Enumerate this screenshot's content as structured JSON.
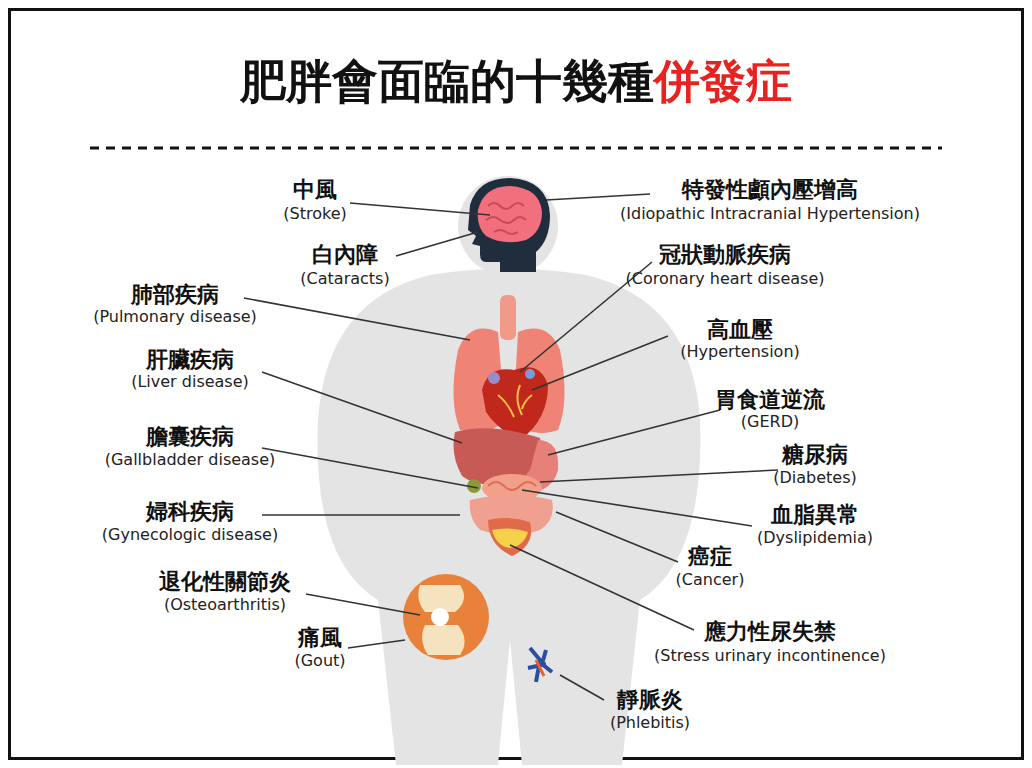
{
  "diagram": {
    "title": "肥胖會面臨的十幾種併發症",
    "labels": [
      "中風",
      "(Stroke)",
      "白內障",
      "(Cataracts)",
      "肺部疾病",
      "(Pulmonary disease)",
      "肝臟疾病",
      "(Liver disease)",
      "膽囊疾病",
      "(Gallbladder disease)",
      "婦科疾病",
      "(Gynecologic disease)",
      "退化性關節炎",
      "(Osteoarthritis)",
      "痛風",
      "(Gout)",
      "特發性顱內壓增高",
      "(Idiopathic Intracranial Hypertension)",
      "冠狀動脈疾病",
      "(Coronary heart disease)",
      "高血壓",
      "(Hypertension)",
      "胃食道逆流",
      "(GERD)",
      "糖尿病",
      "(Diabetes)",
      "血脂異常",
      "(Dyslipidemia)",
      "癌症",
      "(Cancer)",
      "應力性尿失禁",
      "(Stress urinary incontinence)",
      "靜脈炎",
      "(Phlebitis)"
    ]
  }
}
